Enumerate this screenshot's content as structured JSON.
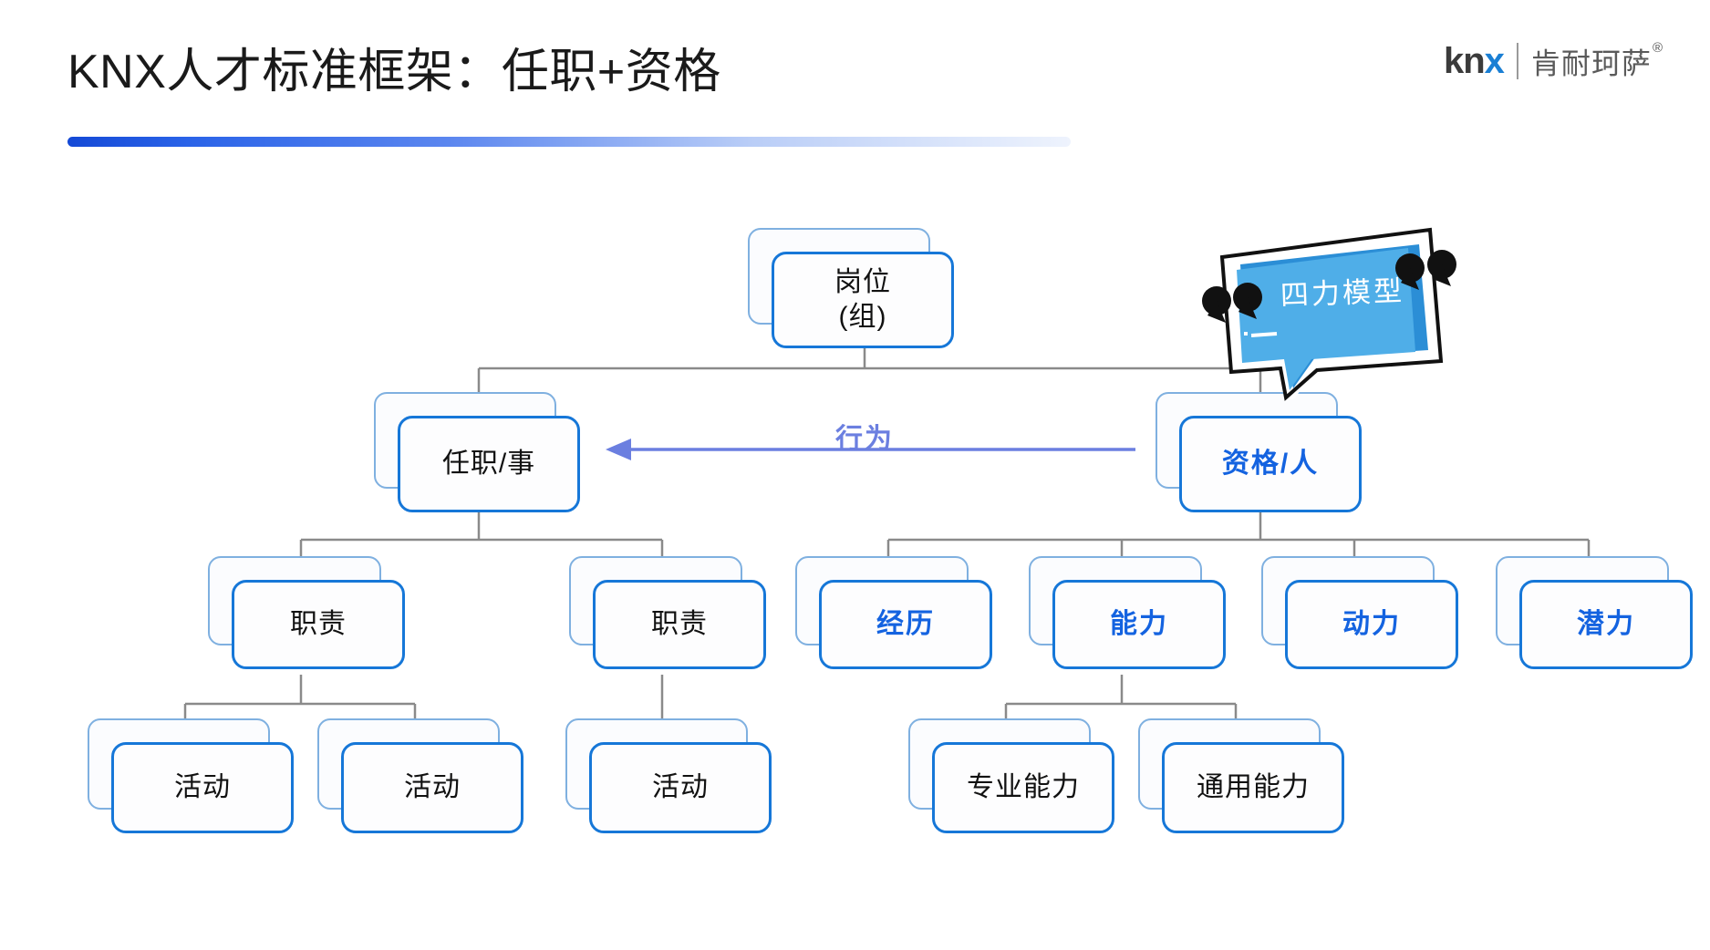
{
  "header": {
    "title": "KNX人才标准框架：任职+资格",
    "accent_color": "#1449d6"
  },
  "logo": {
    "mark": "kn",
    "mark_accent": "x",
    "name_cn": "肯耐珂萨",
    "registered": "®",
    "accent_color": "#1a7fd4"
  },
  "callout": {
    "label": "四力模型",
    "fill_color": "#4FAEE8",
    "shade_color": "#2B8ED6",
    "text_color": "#ffffff"
  },
  "flow": {
    "label": "行为",
    "color": "#6b7fe0",
    "direction": "left"
  },
  "colors": {
    "node_border_front": "#1677d8",
    "node_border_back": "#7fb0e0",
    "connector": "#8a8a8a",
    "accent_text": "#1463e0",
    "plain_text": "#111111"
  },
  "tree": {
    "root": {
      "label": "岗位\n(组)",
      "accent": false
    },
    "branches": [
      {
        "label": "任职/事",
        "accent": false
      },
      {
        "label": "资格/人",
        "accent": true
      }
    ],
    "level3": [
      {
        "label": "职责",
        "accent": false,
        "parent": "任职/事"
      },
      {
        "label": "职责",
        "accent": false,
        "parent": "任职/事"
      },
      {
        "label": "经历",
        "accent": true,
        "parent": "资格/人"
      },
      {
        "label": "能力",
        "accent": true,
        "parent": "资格/人"
      },
      {
        "label": "动力",
        "accent": true,
        "parent": "资格/人"
      },
      {
        "label": "潜力",
        "accent": true,
        "parent": "资格/人"
      }
    ],
    "level4": [
      {
        "label": "活动",
        "accent": false,
        "parent": "职责-1"
      },
      {
        "label": "活动",
        "accent": false,
        "parent": "职责-1"
      },
      {
        "label": "活动",
        "accent": false,
        "parent": "职责-2"
      },
      {
        "label": "专业能力",
        "accent": false,
        "parent": "能力"
      },
      {
        "label": "通用能力",
        "accent": false,
        "parent": "能力"
      }
    ]
  }
}
